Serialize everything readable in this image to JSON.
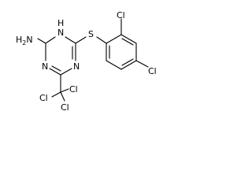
{
  "molecule": {
    "atoms": {
      "amine": "H2N",
      "amine_h": "H",
      "amine_2": "2",
      "amine_n": "N",
      "ring_n_top": "N",
      "ring_n_top_h": "H",
      "ring_n_left": "N",
      "ring_n_right": "N",
      "sulfur": "S",
      "cl_ortho": "Cl",
      "cl_para": "Cl",
      "ccl3_cl_left": "Cl",
      "ccl3_cl_top_right": "Cl",
      "ccl3_cl_bottom": "Cl"
    },
    "colors": {
      "bond": "#000000",
      "text": "#000000",
      "background": "#ffffff"
    }
  }
}
